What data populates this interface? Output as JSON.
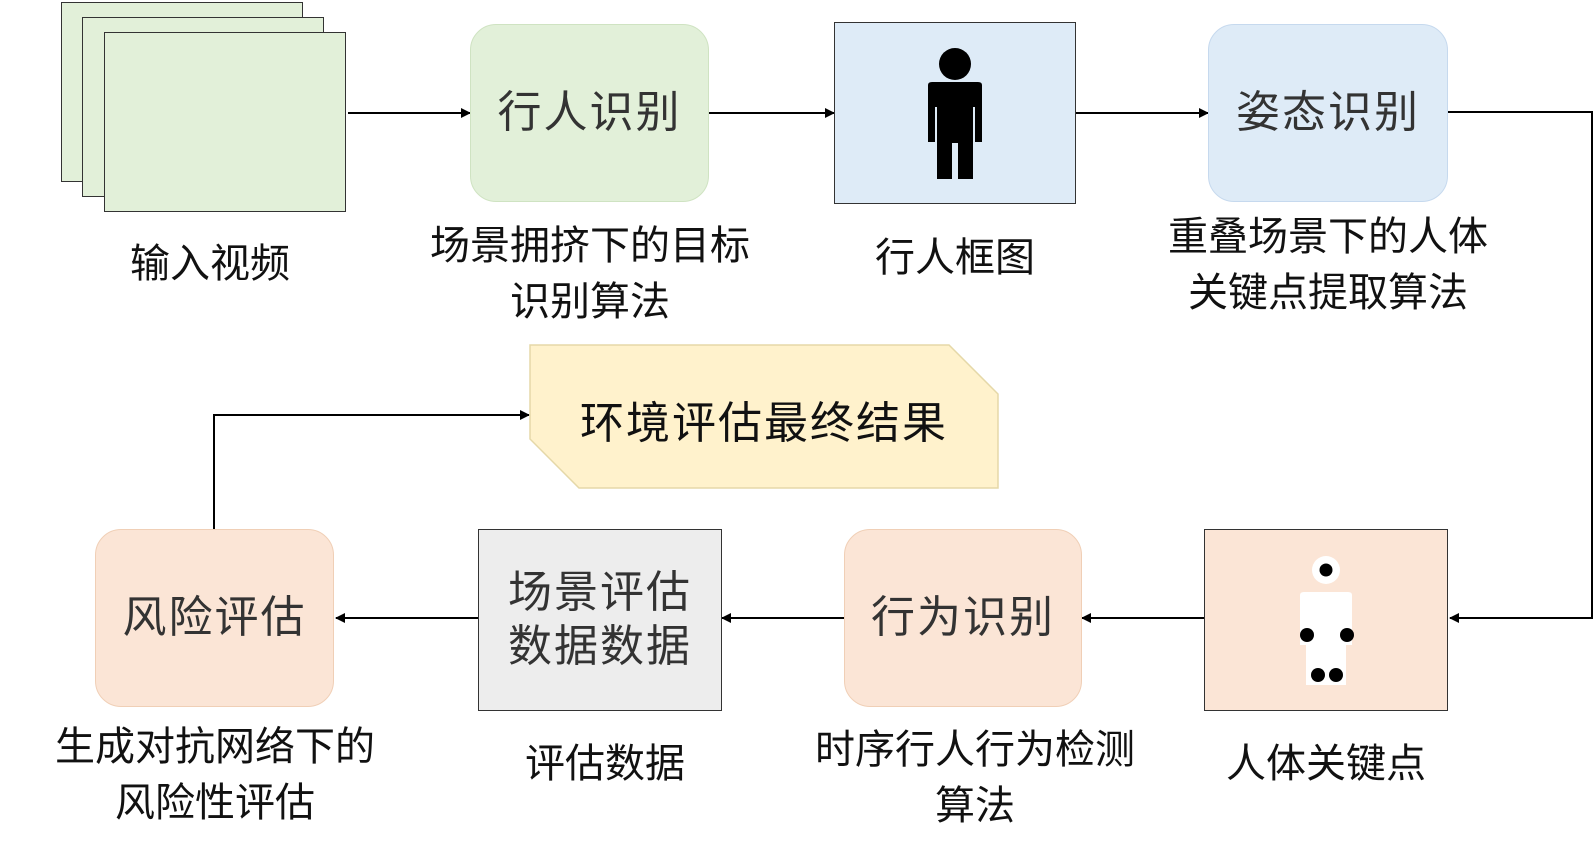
{
  "nodes": {
    "input_video": {
      "caption": "输入视频"
    },
    "pedestrian_recognition": {
      "title": "行人识别",
      "caption": "场景拥挤下的目标\n识别算法"
    },
    "pedestrian_box": {
      "caption": "行人框图"
    },
    "pose_recognition": {
      "title": "姿态识别",
      "caption": "重叠场景下的人体\n关键点提取算法"
    },
    "keypoints": {
      "caption": "人体关键点"
    },
    "behavior_recognition": {
      "title": "行为识别",
      "caption": "时序行人行为检测\n算法"
    },
    "scene_data": {
      "title": "场景评估\n数据数据",
      "caption": "评估数据"
    },
    "risk_assessment": {
      "title": "风险评估",
      "caption": "生成对抗网络下的\n风险性评估"
    },
    "final_result": {
      "title": "环境评估最终结果"
    }
  },
  "colors": {
    "green_fill": "#e2f0d9",
    "blue_fill": "#deebf7",
    "orange_fill": "#fbe5d6",
    "gray_fill": "#ededed",
    "yellow_fill": "#fff2cc",
    "line": "#000000"
  },
  "icons": {
    "person": "person-silhouette-icon",
    "keypoints": "body-keypoints-icon"
  }
}
